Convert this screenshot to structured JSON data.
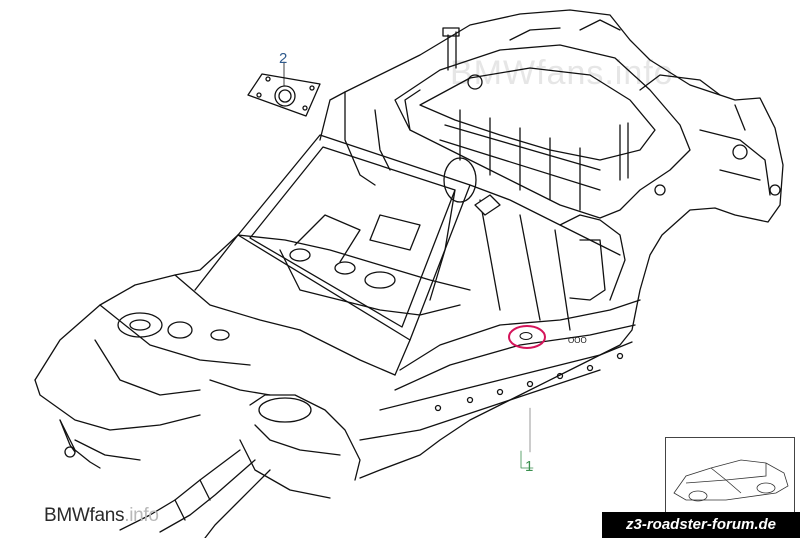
{
  "diagram": {
    "callouts": [
      {
        "id": "callout-2",
        "label": "2"
      },
      {
        "id": "callout-1",
        "label": "1"
      }
    ],
    "watermark": {
      "brand": "BMW",
      "site": "fans",
      "suffix": ".info"
    },
    "background_watermark": "BMWfans.info",
    "forum_banner": "z3-roadster-forum.de",
    "highlight_color": "#d4145a",
    "line_color": "#111111"
  }
}
